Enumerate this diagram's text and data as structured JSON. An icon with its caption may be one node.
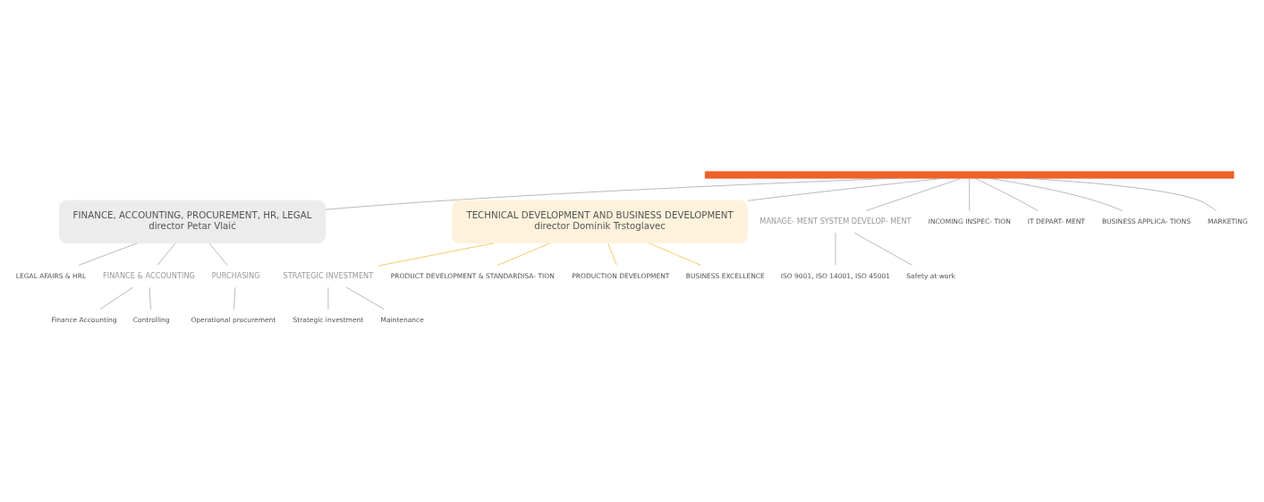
{
  "diagram": {
    "nodes": [
      {
        "text": [],
        "shape": "bar"
      },
      {
        "text": [
          "FINANCE, ACCOUNTING, PROCUREMENT, HR, LEGAL",
          "director Petar Vlaić"
        ]
      },
      {
        "text": [
          "TECHNICAL DEVELOPMENT AND BUSINESS DEVELOPMENT",
          "director Dominik Trstoglavec"
        ]
      },
      {
        "text": [
          "LEGAL AFAIRS & HRL"
        ]
      },
      {
        "text": [
          "FINANCE & ACCOUNTING"
        ]
      },
      {
        "text": [
          "PURCHASING"
        ]
      },
      {
        "text": [
          "STRATEGIC INVESTMENT"
        ]
      },
      {
        "text": [
          "PRODUCT DEVELOPMENT & STANDARDISA- TION"
        ]
      },
      {
        "text": [
          "PRODUCTION DEVELOPMENT"
        ]
      },
      {
        "text": [
          "BUSINESS EXCELLENCE"
        ]
      },
      {
        "text": [
          "MANAGE- MENT SYSTEM DEVELOP- MENT"
        ]
      },
      {
        "text": [
          "INCOMING INSPEC- TION"
        ]
      },
      {
        "text": [
          "IT DEPART- MENT"
        ]
      },
      {
        "text": [
          "BUSINESS APPLICA- TIONS"
        ]
      },
      {
        "text": [
          "MARKETING"
        ]
      },
      {
        "text": [
          "Finance Accounting"
        ]
      },
      {
        "text": [
          "Controlling"
        ]
      },
      {
        "text": [
          "Operational procurement"
        ]
      },
      {
        "text": [
          "Strategic investment"
        ]
      },
      {
        "text": [
          "Maintenance"
        ]
      },
      {
        "text": [
          "ISO 9001, ISO 14001, ISO 45001"
        ]
      },
      {
        "text": [
          "Safety at work"
        ]
      }
    ],
    "edges": [
      {
        "from": 0,
        "to": 1,
        "arrow": "none"
      },
      {
        "from": 0,
        "to": 2,
        "arrow": "none"
      },
      {
        "from": 0,
        "to": 10,
        "arrow": "none"
      },
      {
        "from": 0,
        "to": 11,
        "arrow": "none"
      },
      {
        "from": 0,
        "to": 12,
        "arrow": "none"
      },
      {
        "from": 0,
        "to": 13,
        "arrow": "none"
      },
      {
        "from": 0,
        "to": 14,
        "arrow": "none"
      },
      {
        "from": 1,
        "to": 3,
        "arrow": "none"
      },
      {
        "from": 1,
        "to": 4,
        "arrow": "none"
      },
      {
        "from": 1,
        "to": 5,
        "arrow": "none"
      },
      {
        "from": 2,
        "to": 6,
        "arrow": "none",
        "color": "#f0b323"
      },
      {
        "from": 2,
        "to": 7,
        "arrow": "none",
        "color": "#f0b323"
      },
      {
        "from": 2,
        "to": 8,
        "arrow": "none",
        "color": "#f0b323"
      },
      {
        "from": 2,
        "to": 9,
        "arrow": "none",
        "color": "#f0b323"
      },
      {
        "from": 4,
        "to": 15,
        "arrow": "none"
      },
      {
        "from": 4,
        "to": 16,
        "arrow": "none"
      },
      {
        "from": 5,
        "to": 17,
        "arrow": "none"
      },
      {
        "from": 6,
        "to": 18,
        "arrow": "none"
      },
      {
        "from": 6,
        "to": 19,
        "arrow": "none"
      },
      {
        "from": 10,
        "to": 20,
        "arrow": "none"
      },
      {
        "from": 10,
        "to": 21,
        "arrow": "none"
      }
    ]
  }
}
